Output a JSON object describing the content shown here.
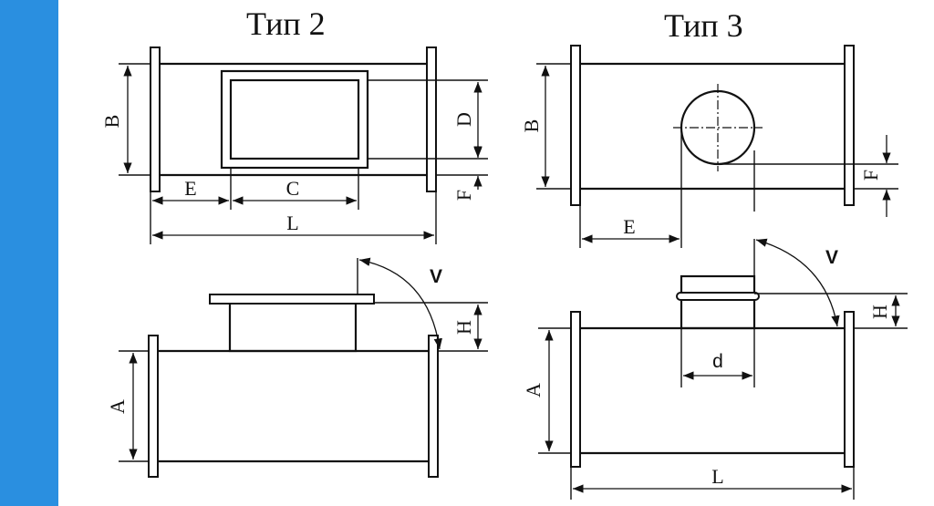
{
  "accent_color": "#2a8fe0",
  "type2": {
    "title": "Тип 2",
    "labels": {
      "B": "B",
      "D": "D",
      "E": "E",
      "C": "C",
      "F": "F",
      "L": "L",
      "V": "V",
      "H": "H",
      "A": "A"
    }
  },
  "type3": {
    "title": "Тип 3",
    "labels": {
      "B": "B",
      "F": "F",
      "E": "E",
      "V": "V",
      "H": "H",
      "A": "A",
      "d": "d",
      "L": "L"
    }
  }
}
